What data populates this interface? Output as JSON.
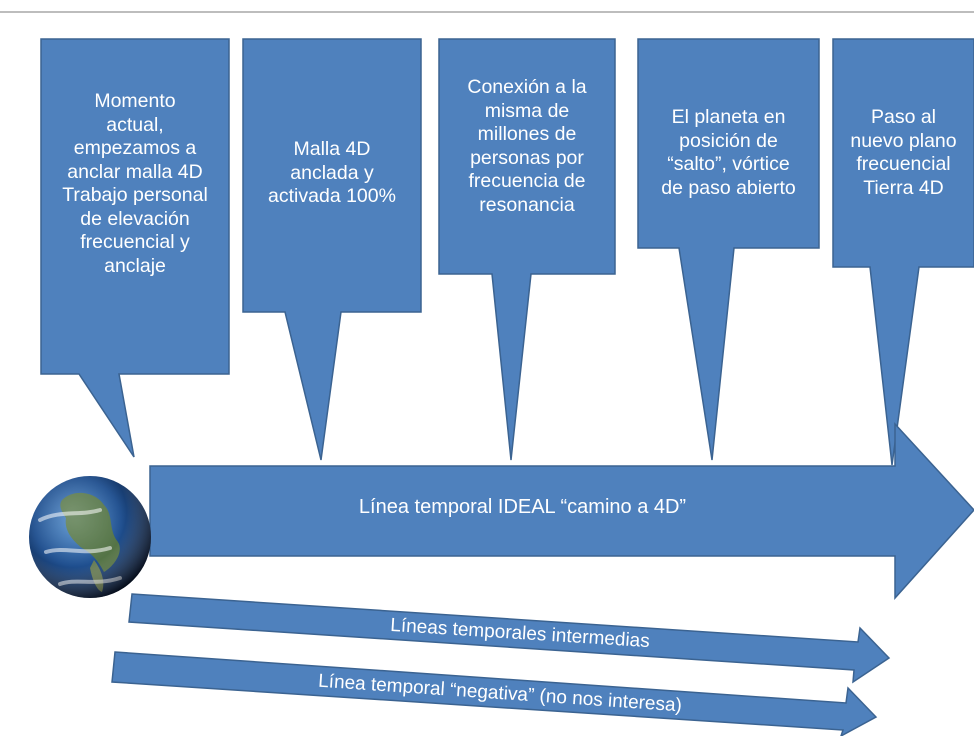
{
  "colors": {
    "fill": "#4f81bd",
    "stroke": "#3b6391",
    "text": "#ffffff",
    "top_rule": "#bdbdbd"
  },
  "earth": {
    "icon": "earth-globe-icon"
  },
  "callouts": [
    {
      "text": "Momento\nactual,\nempezamos a\nanclar malla 4D\nTrabajo personal\nde elevación\nfrecuencial y\nanclaje"
    },
    {
      "text": "Malla 4D\nanclada y\nactivada 100%"
    },
    {
      "text": "Conexión a la\nmisma de\nmillones de\npersonas por\nfrecuencia de\nresonancia"
    },
    {
      "text": "El planeta en\nposición de\n“salto”, vórtice\nde paso abierto"
    },
    {
      "text": "Paso al\nnuevo plano\nfrecuencial\nTierra 4D"
    }
  ],
  "timelines": {
    "ideal": "Línea temporal IDEAL “camino a 4D”",
    "intermediate": "Líneas temporales intermedias",
    "negative": "Línea temporal “negativa” (no nos interesa)"
  }
}
